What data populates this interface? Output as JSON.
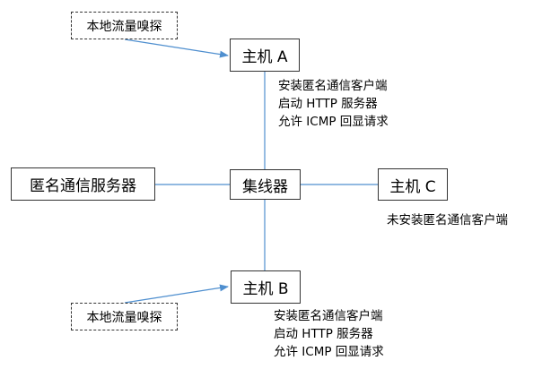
{
  "nodes": {
    "sniff_a": "本地流量嗅探",
    "host_a": "主机 A",
    "server": "匿名通信服务器",
    "hub": "集线器",
    "host_c": "主机 C",
    "host_b": "主机 B",
    "sniff_b": "本地流量嗅探"
  },
  "notes": {
    "host_a": [
      "安装匿名通信客户端",
      "启动 HTTP 服务器",
      "允许 ICMP 回显请求"
    ],
    "host_c": [
      "未安装匿名通信客户端"
    ],
    "host_b": [
      "安装匿名通信客户端",
      "启动 HTTP 服务器",
      "允许 ICMP 回显请求"
    ]
  },
  "colors": {
    "connector": "#4f8fcf",
    "border": "#333333"
  }
}
